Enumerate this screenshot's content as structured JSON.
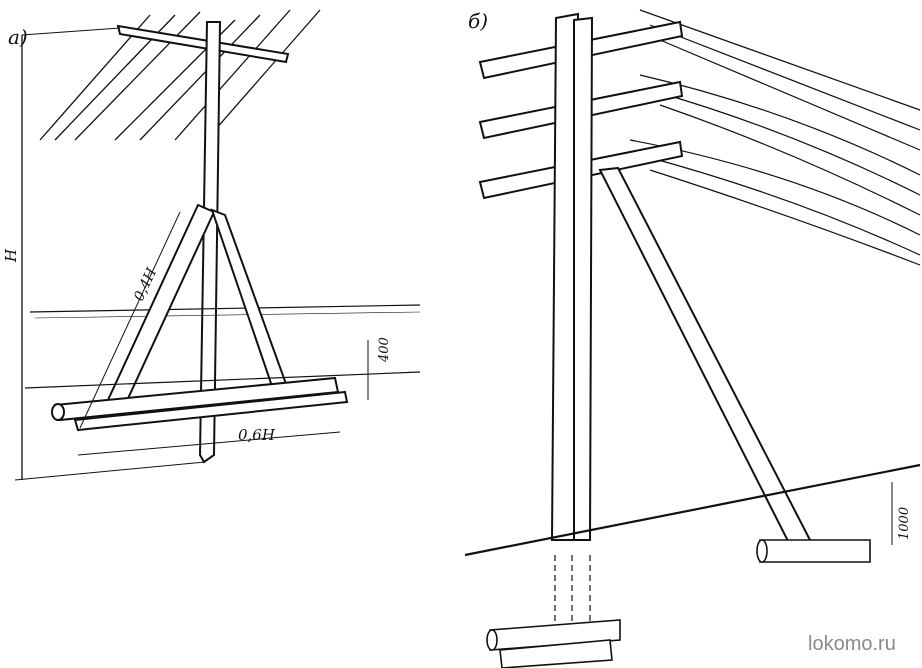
{
  "figure_a": {
    "label": "а)",
    "height_label": "H",
    "strut_label": "0,4H",
    "base_label": "0,6H",
    "depth_label": "400"
  },
  "figure_b": {
    "label": "б)",
    "depth_label": "1000"
  },
  "watermark": "lokomo.ru",
  "colors": {
    "ink": "#111111",
    "watermark": "#8a8a8a"
  }
}
